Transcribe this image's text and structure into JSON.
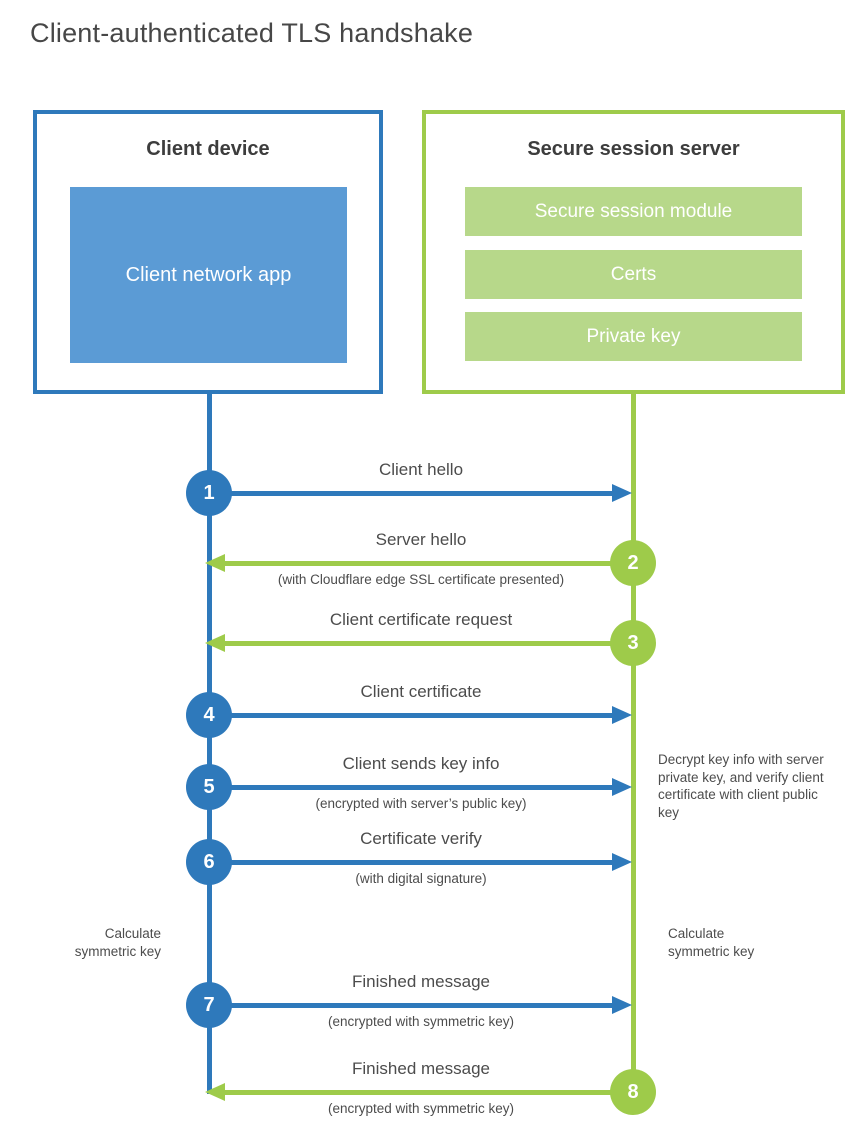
{
  "page_title": "Client-authenticated TLS handshake",
  "colors": {
    "client_blue": "#2e79bb",
    "client_fill_blue": "#5b9bd5",
    "server_green": "#9ecb4a",
    "server_fill_green": "#b7d88a",
    "text_gray": "#4c4c4c"
  },
  "client_box": {
    "title": "Client device",
    "app_label": "Client network app"
  },
  "server_box": {
    "title": "Secure session server",
    "modules": [
      "Secure session module",
      "Certs",
      "Private key"
    ]
  },
  "steps": [
    {
      "num": "1",
      "from": "client",
      "direction": "right",
      "label": "Client hello",
      "sub": ""
    },
    {
      "num": "2",
      "from": "server",
      "direction": "left",
      "label": "Server hello",
      "sub": "(with Cloudflare edge SSL certificate presented)"
    },
    {
      "num": "3",
      "from": "server",
      "direction": "left",
      "label": "Client certificate request",
      "sub": ""
    },
    {
      "num": "4",
      "from": "client",
      "direction": "right",
      "label": "Client certificate",
      "sub": ""
    },
    {
      "num": "5",
      "from": "client",
      "direction": "right",
      "label": "Client sends key info",
      "sub": "(encrypted with server’s public key)"
    },
    {
      "num": "6",
      "from": "client",
      "direction": "right",
      "label": "Certificate verify",
      "sub": "(with digital signature)"
    },
    {
      "num": "7",
      "from": "client",
      "direction": "right",
      "label": "Finished message",
      "sub": "(encrypted with symmetric key)"
    },
    {
      "num": "8",
      "from": "server",
      "direction": "left",
      "label": "Finished message",
      "sub": "(encrypted with symmetric key)"
    }
  ],
  "notes": {
    "server_decrypt": "Decrypt key info with server private key, and verify client certificate with client public key",
    "client_calculate": "Calculate symmetric key",
    "server_calculate": "Calculate symmetric key"
  }
}
